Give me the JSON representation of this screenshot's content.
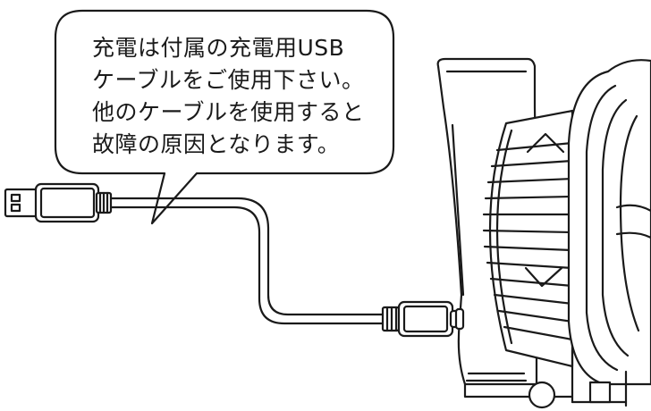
{
  "callout": {
    "lines": [
      "充電は付属の充電用USB",
      "ケーブルをご使用下さい。",
      "他のケーブルを使用すると",
      "故障の原因となります。"
    ]
  },
  "illustration": {
    "stroke_color": "#1a1a1a",
    "fill_color": "#ffffff",
    "objects": [
      "usb-a-plug",
      "usb-cable",
      "usb-c-plug",
      "portable-fan"
    ]
  }
}
